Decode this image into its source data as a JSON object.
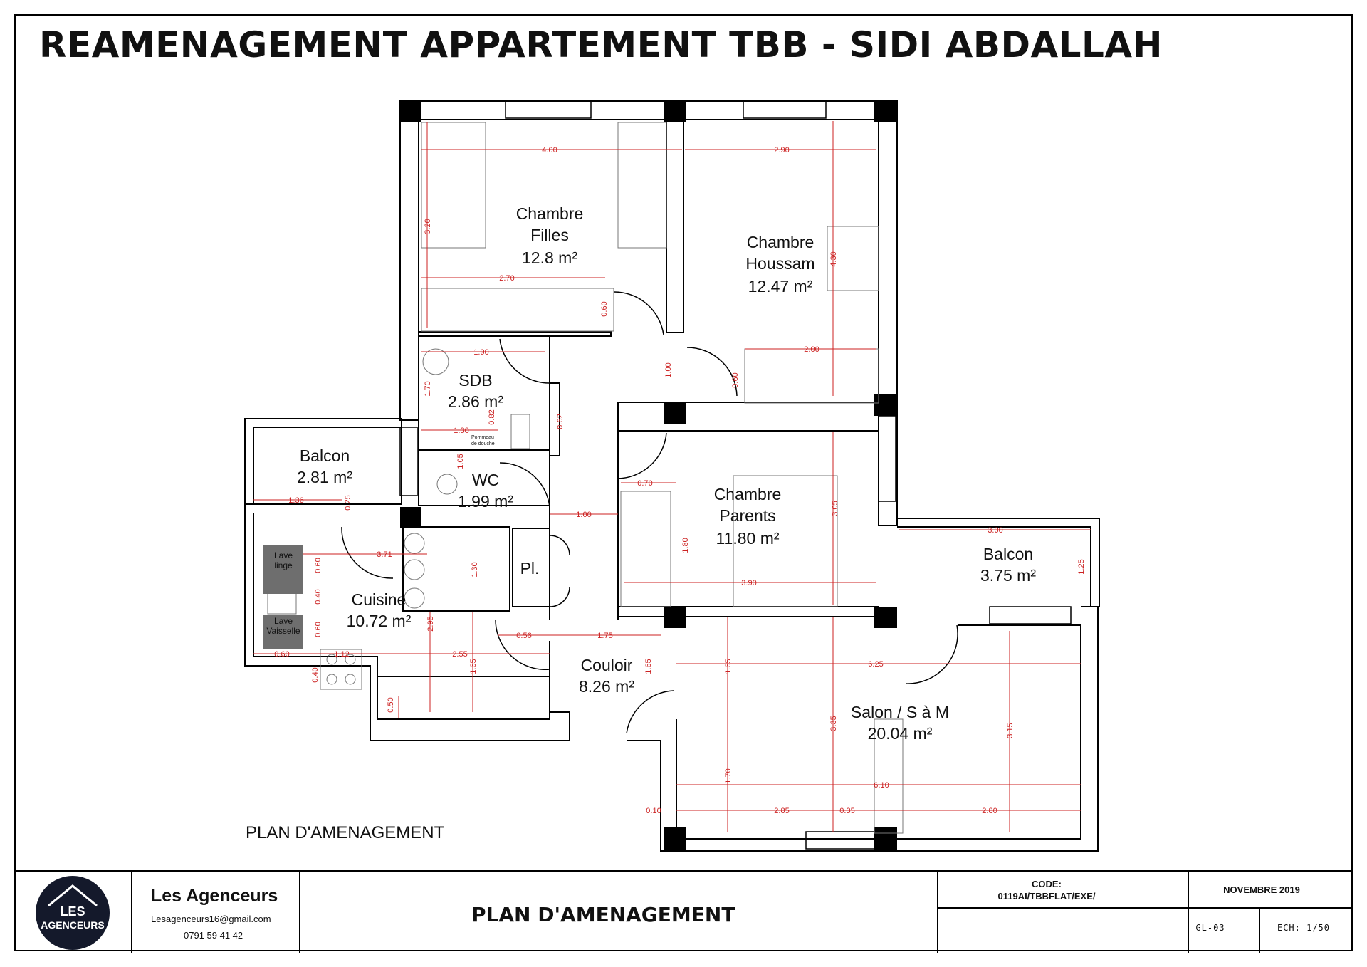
{
  "title": "REAMENAGEMENT APPARTEMENT TBB - SIDI ABDALLAH",
  "plan_caption": "PLAN D'AMENAGEMENT",
  "rooms": {
    "chambre_filles": {
      "l1": "Chambre",
      "l2": "Filles",
      "area": "12.8 m²"
    },
    "chambre_houssam": {
      "l1": "Chambre",
      "l2": "Houssam",
      "area": "12.47 m²"
    },
    "sdb": {
      "l1": "SDB",
      "area": "2.86 m²"
    },
    "wc": {
      "l1": "WC",
      "area": "1.99 m²"
    },
    "balcon_left": {
      "l1": "Balcon",
      "area": "2.81 m²"
    },
    "chambre_parents": {
      "l1": "Chambre",
      "l2": "Parents",
      "area": "11.80 m²"
    },
    "balcon_right": {
      "l1": "Balcon",
      "area": "3.75 m²"
    },
    "cuisine": {
      "l1": "Cuisine",
      "area": "10.72 m²"
    },
    "placard": {
      "l1": "Pl."
    },
    "couloir": {
      "l1": "Couloir",
      "area": "8.26 m²"
    },
    "salon": {
      "l1": "Salon / S à M",
      "area": "20.04 m²"
    }
  },
  "appliances": {
    "lave_linge_1": "Lave",
    "lave_linge_2": "linge",
    "lave_vaisselle_1": "Lave",
    "lave_vaisselle_2": "Vaisselle",
    "pommeau_1": "Pommeau",
    "pommeau_2": "de douche"
  },
  "dimensions": {
    "d400": "4.00",
    "d290": "2.90",
    "d320": "3.20",
    "d270": "2.70",
    "d060a": "0.60",
    "d430": "4.30",
    "d190": "1.90",
    "d170": "1.70",
    "d100a": "1.00",
    "d060b": "0.60",
    "d200": "2.00",
    "d130a": "1.30",
    "d082": "0.82",
    "d062": "0.62",
    "d105": "1.05",
    "d070": "0.70",
    "d136": "1.36",
    "d025": "0.25",
    "d100b": "1.00",
    "d300": "3.00",
    "d125": "1.25",
    "d371": "3.71",
    "d060c": "0.60",
    "d130b": "1.30",
    "d180": "1.80",
    "d305": "3.05",
    "d390": "3.90",
    "d040a": "0.40",
    "d060d": "0.60",
    "d295": "2.95",
    "d056": "0.56",
    "d175": "1.75",
    "d060e": "0.60",
    "d112": "1.12",
    "d255": "2.55",
    "d040b": "0.40",
    "d165a": "1.65",
    "d165b": "1.65",
    "d165c": "1.65",
    "d625": "6.25",
    "d050": "0.50",
    "d315": "3.15",
    "d335": "3.35",
    "d170b": "1.70",
    "d610": "6.10",
    "d010": "0.10",
    "d285": "2.85",
    "d035": "0.35",
    "d280": "2.80"
  },
  "cartouche": {
    "company": "Les Agenceurs",
    "email": "Lesagenceurs16@gmail.com",
    "phone": "0791 59 41 42",
    "logo_line1": "LES",
    "logo_line2": "AGENCEURS",
    "sheet_title": "PLAN D'AMENAGEMENT",
    "code_label": "CODE:",
    "code_value": "0119AI/TBBFLAT/EXE/",
    "date": "NOVEMBRE 2019",
    "sheet_no": "GL-03",
    "scale": "ECH: 1/50"
  },
  "colors": {
    "dimension_red": "#cc2222",
    "wall": "#000000",
    "appliance_grey": "#6e6e6e"
  }
}
